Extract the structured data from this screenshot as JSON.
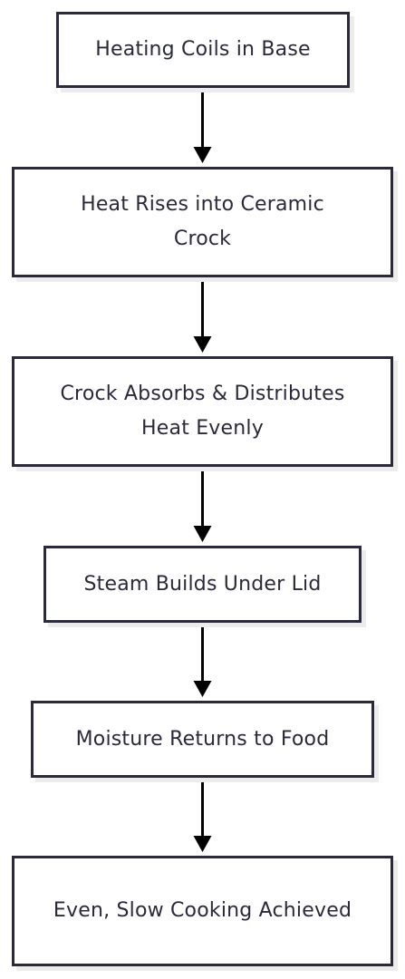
{
  "diagram": {
    "type": "flowchart",
    "direction": "top-to-bottom",
    "colors": {
      "node_border": "#2a2a3a",
      "node_fill": "#ffffff",
      "text": "#2a2a3a",
      "arrow": "#000000",
      "shadow": "#ececec"
    },
    "nodes": [
      {
        "id": "n1",
        "label": "Heating Coils in Base"
      },
      {
        "id": "n2",
        "label": "Heat Rises into Ceramic Crock"
      },
      {
        "id": "n3",
        "label": "Crock Absorbs & Distributes Heat Evenly"
      },
      {
        "id": "n4",
        "label": "Steam Builds Under Lid"
      },
      {
        "id": "n5",
        "label": "Moisture Returns to Food"
      },
      {
        "id": "n6",
        "label": "Even, Slow Cooking Achieved"
      }
    ],
    "edges": [
      {
        "from": "n1",
        "to": "n2"
      },
      {
        "from": "n2",
        "to": "n3"
      },
      {
        "from": "n3",
        "to": "n4"
      },
      {
        "from": "n4",
        "to": "n5"
      },
      {
        "from": "n5",
        "to": "n6"
      }
    ]
  }
}
